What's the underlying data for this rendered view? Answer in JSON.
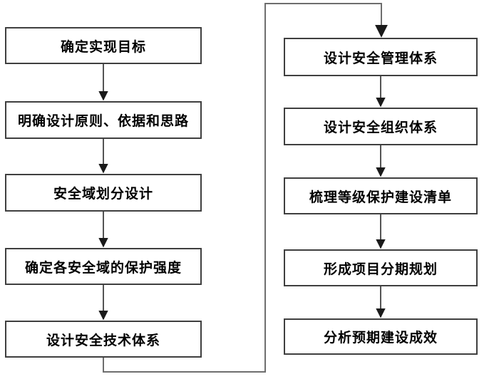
{
  "diagram": {
    "type": "flowchart",
    "background_color": "#ffffff",
    "box_border_color": "#3f3f3f",
    "box_fill_color": "#ffffff",
    "text_color": "#000000",
    "arrow_color": "#1a1a1a",
    "connector_color": "#6e6e6e",
    "left_column": {
      "steps": [
        {
          "label": "确定实现目标"
        },
        {
          "label": "明确设计原则、依据和思路"
        },
        {
          "label": "安全域划分设计"
        },
        {
          "label": "确定各安全域的保护强度"
        },
        {
          "label": "设计安全技术体系"
        }
      ]
    },
    "right_column": {
      "steps": [
        {
          "label": "设计安全管理体系"
        },
        {
          "label": "设计安全组织体系"
        },
        {
          "label": "梳理等级保护建设清单"
        },
        {
          "label": "形成项目分期规划"
        },
        {
          "label": "分析预期建设成效"
        }
      ]
    }
  }
}
